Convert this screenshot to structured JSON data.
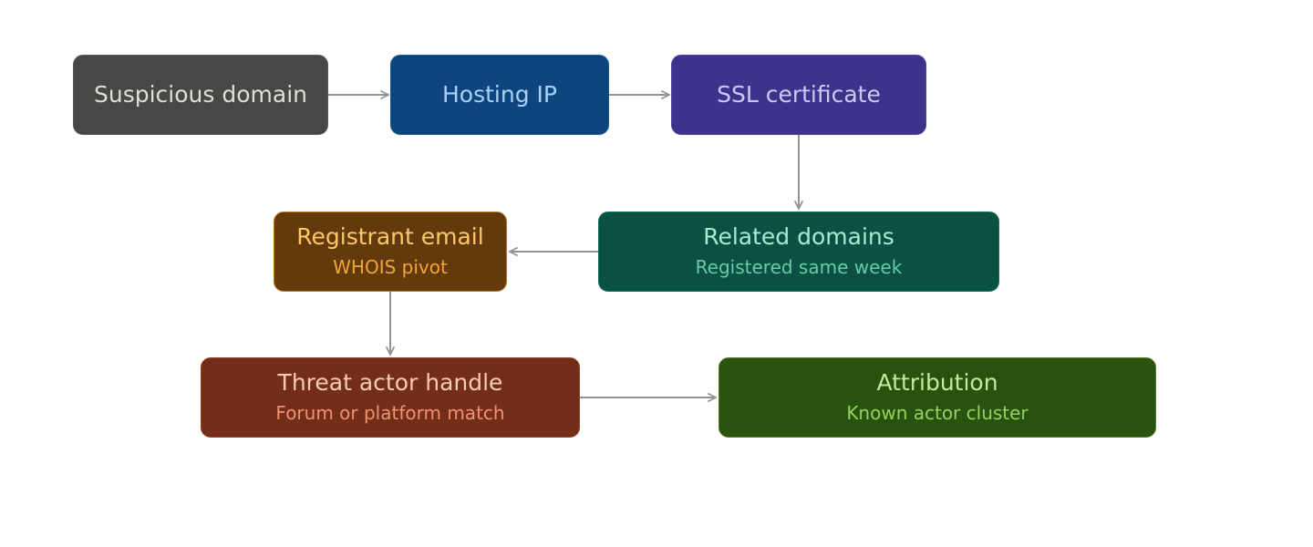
{
  "nodes": {
    "suspicious_domain": {
      "title": "Suspicious domain",
      "colors": {
        "fill": "#474745",
        "border": "#5a5a57",
        "text": "#dededa"
      }
    },
    "hosting_ip": {
      "title": "Hosting IP",
      "colors": {
        "fill": "#0f457f",
        "border": "#1a5696",
        "text": "#a9d1f7"
      }
    },
    "ssl_certificate": {
      "title": "SSL certificate",
      "colors": {
        "fill": "#3e338a",
        "border": "#5044a3",
        "text": "#cdc8f7"
      }
    },
    "related_domains": {
      "title": "Related domains",
      "subtitle": "Registered same week",
      "colors": {
        "fill": "#0b5143",
        "border": "#147060",
        "text": "#a3ecd2",
        "subtext": "#65cca7"
      }
    },
    "registrant_email": {
      "title": "Registrant email",
      "subtitle": "WHOIS pivot",
      "colors": {
        "fill": "#623a0c",
        "border": "#bb7b1f",
        "text": "#fbc86d",
        "subtext": "#efa53a"
      }
    },
    "threat_actor_handle": {
      "title": "Threat actor handle",
      "subtitle": "Forum or platform match",
      "colors": {
        "fill": "#722e18",
        "border": "#944129",
        "text": "#f9c9b6",
        "subtext": "#ef9173"
      }
    },
    "attribution": {
      "title": "Attribution",
      "subtitle": "Known actor cluster",
      "colors": {
        "fill": "#2a520f",
        "border": "#4d7f25",
        "text": "#c3ea98",
        "subtext": "#95d15f"
      }
    }
  },
  "edges": [
    {
      "from": "suspicious_domain",
      "to": "hosting_ip"
    },
    {
      "from": "hosting_ip",
      "to": "ssl_certificate"
    },
    {
      "from": "ssl_certificate",
      "to": "related_domains"
    },
    {
      "from": "related_domains",
      "to": "registrant_email"
    },
    {
      "from": "registrant_email",
      "to": "threat_actor_handle"
    },
    {
      "from": "threat_actor_handle",
      "to": "attribution"
    }
  ],
  "edge_color": "#939391"
}
